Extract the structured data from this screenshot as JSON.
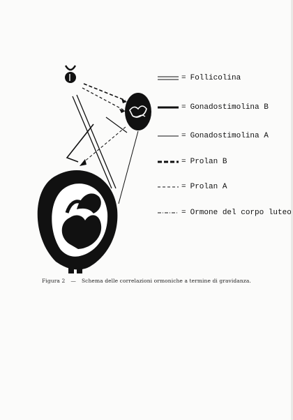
{
  "legend": [
    {
      "style": "double",
      "equals": "=",
      "label": "Follicolina"
    },
    {
      "style": "thick",
      "equals": "=",
      "label": "Gonadostimolina B"
    },
    {
      "style": "thin",
      "equals": "=",
      "label": "Gonadostimolina A"
    },
    {
      "style": "thick-dash",
      "equals": "=",
      "label": "Prolan B"
    },
    {
      "style": "dash",
      "equals": "=",
      "label": "Prolan A"
    },
    {
      "style": "dash-dot",
      "equals": "=",
      "label": "Ormone del corpo luteo"
    }
  ],
  "caption": {
    "figure": "Figura 2",
    "dash": "—",
    "text": "Schema delle correlazioni ormoniche a termine di gravidanza."
  },
  "colors": {
    "ink": "#111111",
    "paper": "#fbfbfa"
  }
}
